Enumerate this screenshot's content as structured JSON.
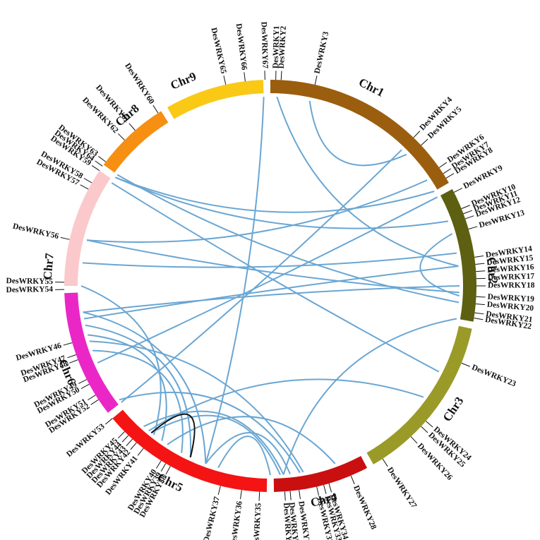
{
  "chromosomes": [
    {
      "name": "Chr1",
      "start": 0,
      "end": 60,
      "color": "#9b5e0e"
    },
    {
      "name": "Chr2",
      "start": 62,
      "end": 100,
      "color": "#5c6010"
    },
    {
      "name": "Chr3",
      "start": 102,
      "end": 150,
      "color": "#9a9a28"
    },
    {
      "name": "Chr4",
      "start": 152,
      "end": 179,
      "color": "#c90f10"
    },
    {
      "name": "Chr5",
      "start": 181,
      "end": 230,
      "color": "#f41414"
    },
    {
      "name": "Chr6",
      "start": 232,
      "end": 268,
      "color": "#ea27c6"
    },
    {
      "name": "Chr7",
      "start": 270,
      "end": 304,
      "color": "#fbc9cb"
    },
    {
      "name": "Chr8",
      "start": 306,
      "end": 328,
      "color": "#f68f12"
    },
    {
      "name": "Chr9",
      "start": 330,
      "end": 358,
      "color": "#f9c916"
    }
  ],
  "genes": [
    {
      "id": "DesWRKY1",
      "angle": 1.5
    },
    {
      "id": "DesWRKY2",
      "angle": 3.0
    },
    {
      "id": "DesWRKY3",
      "angle": 12.5
    },
    {
      "id": "DesWRKY4",
      "angle": 44
    },
    {
      "id": "DesWRKY5",
      "angle": 47
    },
    {
      "id": "DesWRKY6",
      "angle": 55
    },
    {
      "id": "DesWRKY7",
      "angle": 57
    },
    {
      "id": "DesWRKY8",
      "angle": 58.5
    },
    {
      "id": "DesWRKY9",
      "angle": 63
    },
    {
      "id": "DesWRKY10",
      "angle": 68
    },
    {
      "id": "DesWRKY11",
      "angle": 69.5
    },
    {
      "id": "DesWRKY12",
      "angle": 71
    },
    {
      "id": "DesWRKY13",
      "angle": 74
    },
    {
      "id": "DesWRKY14",
      "angle": 82
    },
    {
      "id": "DesWRKY15",
      "angle": 84
    },
    {
      "id": "DesWRKY16",
      "angle": 86
    },
    {
      "id": "DesWRKY17",
      "angle": 88
    },
    {
      "id": "DesWRKY18",
      "angle": 90
    },
    {
      "id": "DesWRKY19",
      "angle": 93
    },
    {
      "id": "DesWRKY20",
      "angle": 95
    },
    {
      "id": "DesWRKY21",
      "angle": 97.5
    },
    {
      "id": "DesWRKY22",
      "angle": 99
    },
    {
      "id": "DesWRKY23",
      "angle": 112
    },
    {
      "id": "DesWRKY24",
      "angle": 131
    },
    {
      "id": "DesWRKY25",
      "angle": 133
    },
    {
      "id": "DesWRKY26",
      "angle": 137
    },
    {
      "id": "DesWRKY27",
      "angle": 147
    },
    {
      "id": "DesWRKY28",
      "angle": 157
    },
    {
      "id": "DesWRKY29",
      "angle": 176
    },
    {
      "id": "DesWRKY30",
      "angle": 174.5
    },
    {
      "id": "DesWRKY31",
      "angle": 172
    },
    {
      "id": "DesWRKY32",
      "angle": 167
    },
    {
      "id": "DesWRKY33",
      "angle": 165
    },
    {
      "id": "DesWRKY34",
      "angle": 163.5
    },
    {
      "id": "DesWRKY35",
      "angle": 183
    },
    {
      "id": "DesWRKY36",
      "angle": 188
    },
    {
      "id": "DesWRKY37",
      "angle": 194
    },
    {
      "id": "DesWRKY38",
      "angle": 209
    },
    {
      "id": "DesWRKY39",
      "angle": 210.5
    },
    {
      "id": "DesWRKY40",
      "angle": 212
    },
    {
      "id": "DesWRKY41",
      "angle": 218
    },
    {
      "id": "DesWRKY42",
      "angle": 220.5
    },
    {
      "id": "DesWRKY43",
      "angle": 222
    },
    {
      "id": "DesWRKY44",
      "angle": 223.5
    },
    {
      "id": "DesWRKY45",
      "angle": 225
    },
    {
      "id": "DesWRKY46",
      "angle": 254
    },
    {
      "id": "DesWRKY47",
      "angle": 250.5
    },
    {
      "id": "DesWRKY48",
      "angle": 249
    },
    {
      "id": "DesWRKY49",
      "angle": 243
    },
    {
      "id": "DesWRKY50",
      "angle": 241.5
    },
    {
      "id": "DesWRKY51",
      "angle": 238
    },
    {
      "id": "DesWRKY52",
      "angle": 236.5
    },
    {
      "id": "DesWRKY53",
      "angle": 230
    },
    {
      "id": "DesWRKY54",
      "angle": 269
    },
    {
      "id": "DesWRKY55",
      "angle": 271
    },
    {
      "id": "DesWRKY56",
      "angle": 283
    },
    {
      "id": "DesWRKY57",
      "angle": 298
    },
    {
      "id": "DesWRKY58",
      "angle": 300
    },
    {
      "id": "DesWRKY59",
      "angle": 304
    },
    {
      "id": "DesWRKY60",
      "angle": 327
    },
    {
      "id": "DesWRKY61",
      "angle": 319
    },
    {
      "id": "DesWRKY62",
      "angle": 315
    },
    {
      "id": "DesWRKY63",
      "angle": 307
    },
    {
      "id": "DesWRKY64",
      "angle": 305.5
    },
    {
      "id": "DesWRKY65",
      "angle": 347.5
    },
    {
      "id": "DesWRKY66",
      "angle": 353
    },
    {
      "id": "DesWRKY67",
      "angle": 358.5
    }
  ],
  "links": [
    [
      358,
      200
    ],
    [
      2,
      84
    ],
    [
      12,
      46
    ],
    [
      44,
      232
    ],
    [
      56,
      284
    ],
    [
      60,
      305
    ],
    [
      62,
      246
    ],
    [
      70,
      305
    ],
    [
      74,
      93
    ],
    [
      80,
      277
    ],
    [
      84,
      260
    ],
    [
      90,
      262
    ],
    [
      92,
      284
    ],
    [
      95,
      306
    ],
    [
      100,
      176
    ],
    [
      117,
      303
    ],
    [
      126,
      220
    ],
    [
      160,
      213
    ],
    [
      171,
      233
    ],
    [
      174,
      200
    ],
    [
      176,
      222
    ],
    [
      177,
      219
    ],
    [
      180,
      196
    ],
    [
      170,
      253
    ],
    [
      200,
      262
    ],
    [
      205,
      258
    ],
    [
      208,
      250
    ],
    [
      215,
      255
    ],
    [
      218,
      270
    ]
  ],
  "dark_links": [
    [
      219,
      205
    ]
  ]
}
